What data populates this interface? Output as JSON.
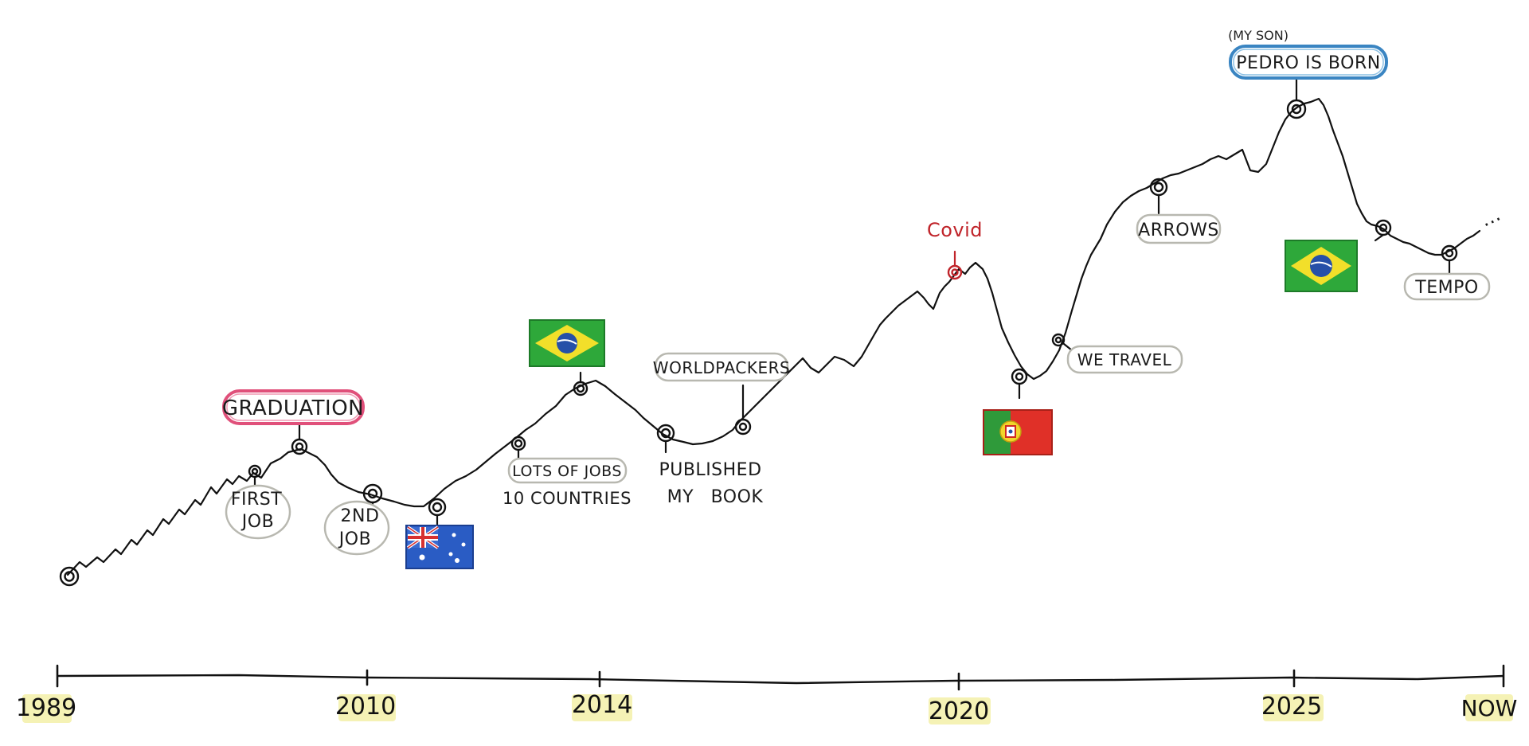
{
  "axis": {
    "ticks": [
      "1989",
      "2010",
      "2014",
      "2020",
      "2025",
      "NOW"
    ],
    "highlight_color": "#f3f0a8"
  },
  "curve": {
    "color": "#111111",
    "trailing": "..."
  },
  "events": {
    "graduation": "GRADUATION",
    "first_job_line1": "FIRST",
    "first_job_line2": "JOB",
    "second_job_line1": "2ND",
    "second_job_line2": "JOB",
    "lots_of_jobs": "LOTS OF JOBS",
    "ten_countries": "10 COUNTRIES",
    "worldpackers": "WORLDPACKERS",
    "published_line1": "PUBLISHED",
    "published_line2": "MY BOOK",
    "covid": "Covid",
    "we_travel": "WE TRAVEL",
    "arrows": "ARROWS",
    "pedro_note": "(MY SON)",
    "pedro": "PEDRO IS BORN",
    "tempo": "TEMPO"
  },
  "flags": [
    "australia-flag",
    "brazil-flag",
    "portugal-flag",
    "brazil-flag"
  ],
  "colors": {
    "graduation_border": "#e0507a",
    "pedro_border": "#3a85c2",
    "covid_text": "#c0242a",
    "plain_border": "#b8b8b0",
    "brazil_green": "#2ea83a",
    "brazil_yellow": "#f2df2a",
    "brazil_blue": "#2650a8",
    "portugal_green": "#2f9a3a",
    "portugal_red": "#e03028",
    "australia_blue": "#2a5cc4",
    "australia_red": "#d63030"
  }
}
